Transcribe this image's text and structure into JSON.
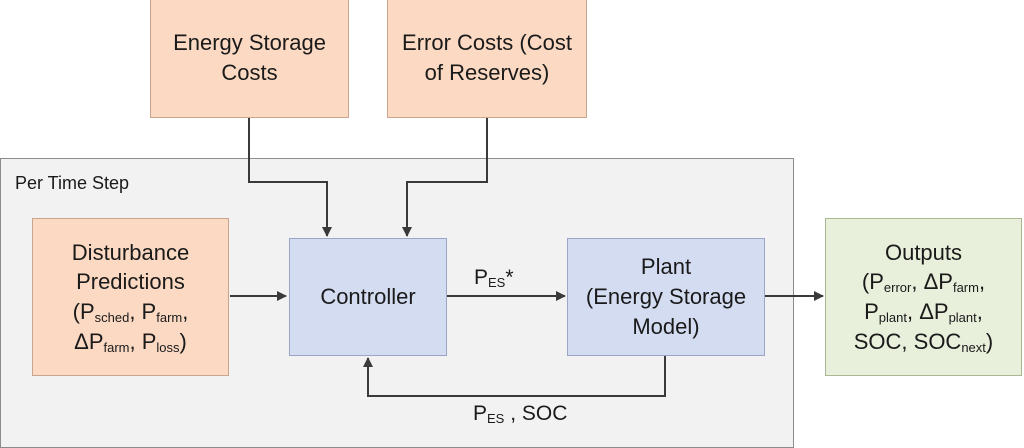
{
  "frame": {
    "label": "Per Time Step"
  },
  "boxes": {
    "energy_storage_costs": [
      "Energy Storage",
      "Costs"
    ],
    "error_costs": [
      "Error Costs (Cost",
      "of Reserves)"
    ],
    "disturbance": {
      "line1": "Disturbance",
      "line2": "Predictions",
      "l3_open": "(P",
      "l3_sub1": "sched",
      "l3_mid": ", P",
      "l3_sub2": "farm",
      "l3_end": ",",
      "l4_a": "ΔP",
      "l4_sub1": "farm",
      "l4_mid": ", P",
      "l4_sub2": "loss",
      "l4_end": ")"
    },
    "controller": "Controller",
    "plant": [
      "Plant",
      "(Energy Storage",
      "Model)"
    ],
    "outputs": {
      "title": "Outputs",
      "l2_open": "(P",
      "l2_sub1": "error",
      "l2_mid": ", ΔP",
      "l2_sub2": "farm",
      "l2_end": ",",
      "l3_a": "P",
      "l3_sub1": "plant",
      "l3_mid": ", ΔP",
      "l3_sub2": "plant",
      "l3_end": ",",
      "l4_a": "SOC, SOC",
      "l4_sub": "next",
      "l4_end": ")"
    }
  },
  "labels": {
    "pes_star": {
      "main": "P",
      "sub": "ES",
      "suffix": "*"
    },
    "feedback": {
      "main": "P",
      "sub": "ES",
      "suffix": " , SOC"
    }
  },
  "colors": {
    "cost_boxes": "#fbd9c3",
    "process_boxes": "#d4dcf2",
    "output_box": "#e8efdb",
    "frame": "#f2f2f2",
    "arrows": "#3a3a3a"
  }
}
